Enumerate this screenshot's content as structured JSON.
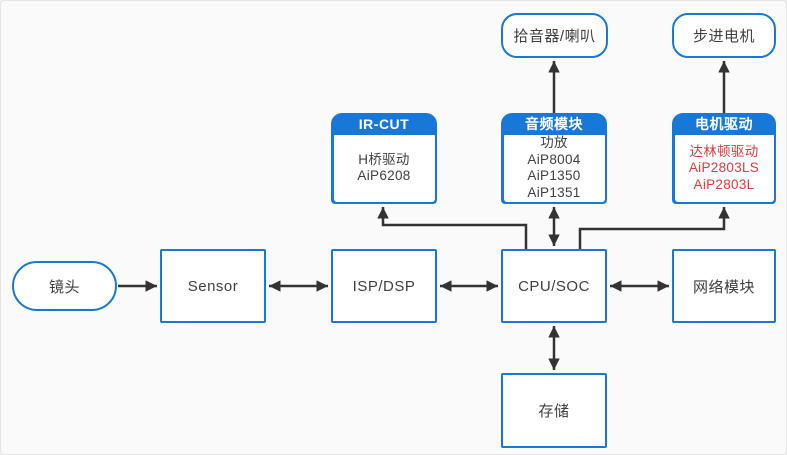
{
  "page": {
    "background": "#fafafa"
  },
  "colors": {
    "node_border_blue": "#1878d8",
    "header_fill_blue": "#1878d8",
    "warning_red_text": "#e03a3a",
    "body_text": "#404040",
    "connector_line": "#333333"
  },
  "nodes": {
    "pickup_speaker": {
      "label": "拾音器/喇叭"
    },
    "stepper_motor": {
      "label": "步进电机"
    },
    "ircut_module": {
      "header": "IR-CUT",
      "lines": [
        "H桥驱动",
        "AiP6208"
      ]
    },
    "audio_module": {
      "header": "音频模块",
      "lines": [
        "功放",
        "AiP8004",
        "AiP1350",
        "AiP1351"
      ]
    },
    "motor_drive_module": {
      "header": "电机驱动",
      "lines": [
        "达林顿驱动",
        "AiP2803LS",
        "AiP2803L"
      ]
    },
    "lens": {
      "label": "镜头"
    },
    "sensor": {
      "label": "Sensor"
    },
    "isp_dsp": {
      "label": "ISP/DSP"
    },
    "cpu_soc": {
      "label": "CPU/SOC"
    },
    "network_module": {
      "label": "网络模块"
    },
    "storage": {
      "label": "存储"
    }
  },
  "edges": [
    {
      "from": "lens",
      "to": "sensor",
      "type": "arrow"
    },
    {
      "from": "sensor",
      "to": "isp_dsp",
      "type": "double-arrow"
    },
    {
      "from": "isp_dsp",
      "to": "cpu_soc",
      "type": "double-arrow"
    },
    {
      "from": "cpu_soc",
      "to": "network_module",
      "type": "double-arrow"
    },
    {
      "from": "cpu_soc",
      "to": "storage",
      "type": "double-arrow"
    },
    {
      "from": "audio_module",
      "to": "cpu_soc",
      "type": "double-arrow"
    },
    {
      "from": "audio_module",
      "to": "pickup_speaker",
      "type": "arrow"
    },
    {
      "from": "motor_drive_module",
      "to": "stepper_motor",
      "type": "arrow"
    },
    {
      "from": "cpu_soc",
      "to": "ircut_module",
      "type": "arrow-elbow"
    },
    {
      "from": "cpu_soc",
      "to": "motor_drive_module",
      "type": "arrow-elbow"
    }
  ]
}
